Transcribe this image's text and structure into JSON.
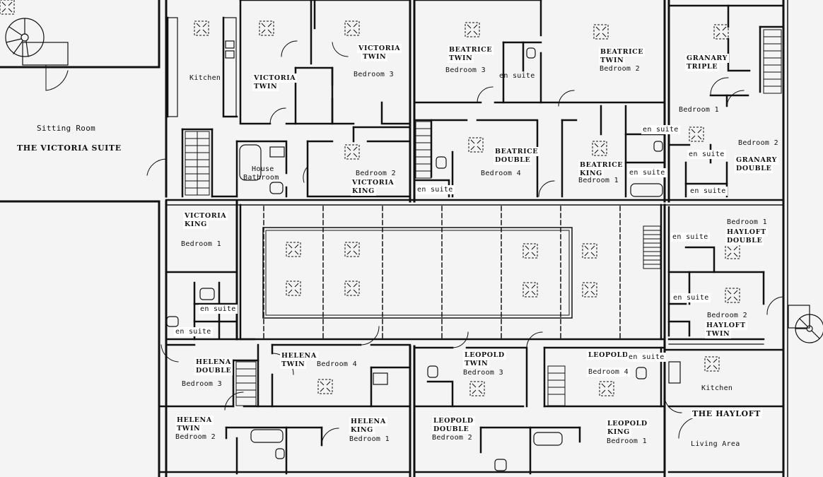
{
  "labels": {
    "sitting_room": "Sitting Room",
    "victoria_suite": "THE VICTORIA SUITE",
    "kitchen_top": "Kitchen",
    "victoria_twin_a_1": "VICTORIA",
    "victoria_twin_a_2": "TWIN",
    "victoria_twin_b_1": "VICTORIA",
    "victoria_twin_b_2": "TWIN",
    "bedroom3_victoria": "Bedroom 3",
    "house_bathroom_1": "House",
    "house_bathroom_2": "Bathroom",
    "bedroom2_victoria": "Bedroom 2",
    "victoria_king_1": "VICTORIA",
    "victoria_king_2": "KING",
    "beatrice_twin_1": "BEATRICE",
    "beatrice_twin_2": "TWIN",
    "bedroom3_beatrice": "Bedroom 3",
    "en_suite_1": "en suite",
    "beatrice_twin_b_1": "BEATRICE",
    "beatrice_twin_b_2": "TWIN",
    "bedroom2_beatrice": "Bedroom 2",
    "granary_triple_1": "GRANARY",
    "granary_triple_2": "TRIPLE",
    "bedroom1_granary": "Bedroom 1",
    "bedroom2_granary": "Bedroom 2",
    "granary_double_1": "GRANARY",
    "granary_double_2": "DOUBLE",
    "en_suite_2": "en suite",
    "en_suite_3": "en suite",
    "beatrice_double_1": "BEATRICE",
    "beatrice_double_2": "DOUBLE",
    "bedroom4_beatrice": "Bedroom 4",
    "en_suite_4": "en suite",
    "beatrice_king_1": "BEATRICE",
    "beatrice_king_2": "KING",
    "bedroom1_beatrice": "Bedroom 1",
    "en_suite_5": "en suite",
    "en_suite_6": "en suite",
    "victoria_king_b_1": "VICTORIA",
    "victoria_king_b_2": "KING",
    "bedroom1_victoria": "Bedroom 1",
    "en_suite_7": "en suite",
    "en_suite_8": "en suite",
    "bedroom1_hayloft": "Bedroom 1",
    "hayloft_double_1": "HAYLOFT",
    "hayloft_double_2": "DOUBLE",
    "en_suite_9": "en suite",
    "en_suite_10": "en suite",
    "bedroom2_hayloft": "Bedroom 2",
    "hayloft_twin_1": "HAYLOFT",
    "hayloft_twin_2": "TWIN",
    "helena_twin_1": "HELENA",
    "helena_twin_2": "TWIN",
    "bedroom4_helena": "Bedroom 4",
    "helena_double_1": "HELENA",
    "helena_double_2": "DOUBLE",
    "bedroom3_helena": "Bedroom 3",
    "leopold_twin_1": "LEOPOLD",
    "leopold_twin_2": "TWIN",
    "bedroom3_leopold": "Bedroom 3",
    "leopold_en_suite_1": "LEOPOLD",
    "leopold_en_suite_2": "en suite",
    "bedroom4_leopold": "Bedroom 4",
    "kitchen_bottom": "Kitchen",
    "the_hayloft": "THE HAYLOFT",
    "helena_twin_b_1": "HELENA",
    "helena_twin_b_2": "TWIN",
    "bedroom2_helena": "Bedroom 2",
    "helena_king_1": "HELENA",
    "helena_king_2": "KING",
    "bedroom1_helena": "Bedroom 1",
    "leopold_double_1": "LEOPOLD",
    "leopold_double_2": "DOUBLE",
    "bedroom2_leopold": "Bedroom 2",
    "leopold_king_1": "LEOPOLD",
    "leopold_king_2": "KING",
    "bedroom1_leopold": "Bedroom 1",
    "living_area": "Living Area"
  }
}
